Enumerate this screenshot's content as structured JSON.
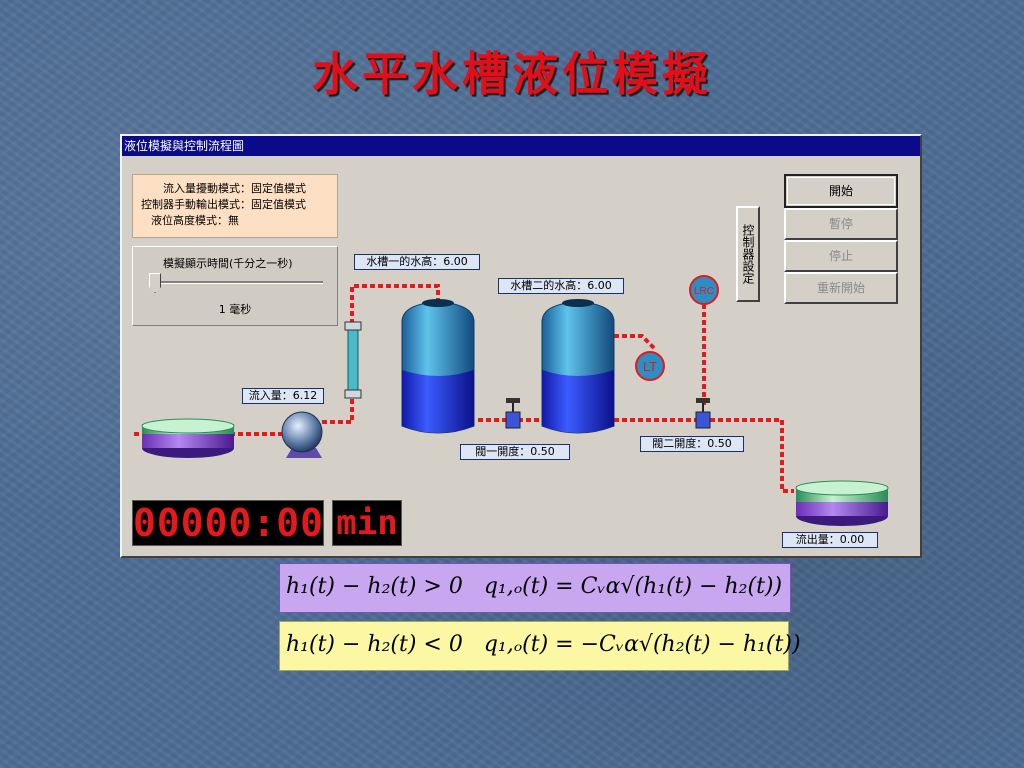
{
  "slide": {
    "title": "水平水槽液位模擬"
  },
  "window": {
    "title": "液位模擬與控制流程圖"
  },
  "modes": {
    "line1": "流入量擾動模式：固定值模式",
    "line2": "控制器手動輸出模式：固定值模式",
    "line3": "液位高度模式：無"
  },
  "slider": {
    "label": "模擬顯示時間(千分之一秒)",
    "value_label": "1 毫秒",
    "level": 0.0
  },
  "controller_button": {
    "label": "控制器設定"
  },
  "buttons": {
    "start": "開始",
    "pause": "暫停",
    "stop": "停止",
    "restart": "重新開始"
  },
  "readouts": {
    "tank1_level": "水槽一的水高：6.00",
    "tank2_level": "水槽二的水高：6.00",
    "inflow": "流入量：6.12",
    "valve1": "閥一開度：0.50",
    "valve2": "閥二開度：0.50",
    "outflow": "流出量：0.00"
  },
  "instruments": {
    "transmitter": "LT",
    "controller": "LRC"
  },
  "clock": {
    "time": "00000:00",
    "unit": "min"
  },
  "formulas": {
    "f1": {
      "condition": "h₁(t) − h₂(t) > 0",
      "equation": "q₁,ₒ(t) = Cᵥα√(h₁(t) − h₂(t))"
    },
    "f2": {
      "condition": "h₁(t) − h₂(t) < 0",
      "equation": "q₁,ₒ(t) = −Cᵥα√(h₂(t) − h₁(t))"
    }
  },
  "colors": {
    "title": "#e0101a",
    "pipe": "#e3191c",
    "water": "#2a3fe0",
    "tank": "#2b8fc4"
  }
}
